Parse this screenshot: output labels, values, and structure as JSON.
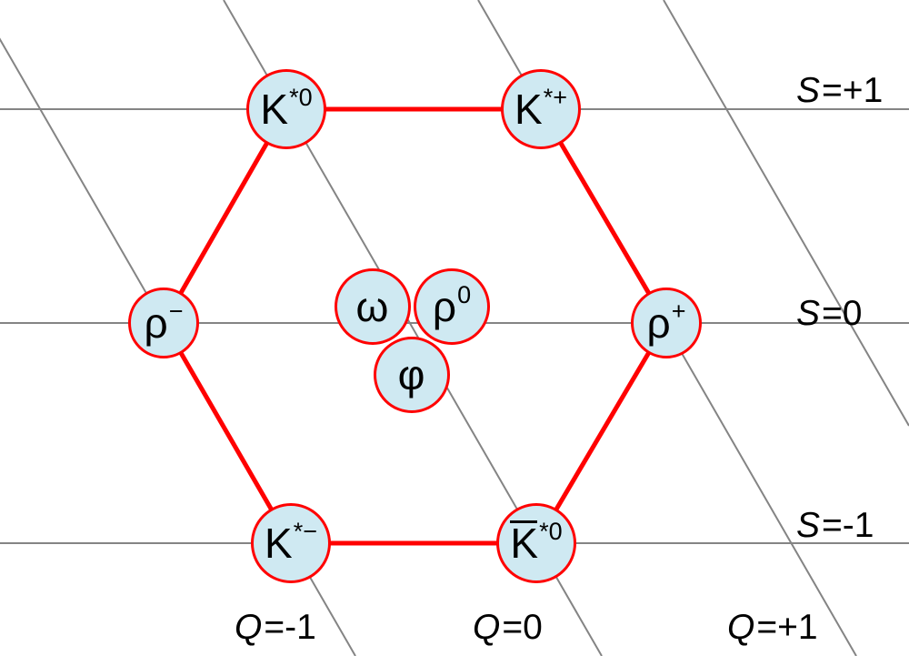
{
  "colors": {
    "node_fill": "#cfe9f2",
    "node_border": "#ff0000",
    "hexagon_red": "#ff0000",
    "line_gray": "#848484"
  },
  "particles": [
    {
      "display": "K*0",
      "base": "K",
      "sup": "*0"
    },
    {
      "display": "K*+",
      "base": "K",
      "sup": "*+"
    },
    {
      "display": "ρ−",
      "base": "ρ",
      "sup": "−"
    },
    {
      "display": "ω",
      "base": "ω",
      "sup": ""
    },
    {
      "display": "ρ0",
      "base": "ρ",
      "sup": "0"
    },
    {
      "display": "ρ+",
      "base": "ρ",
      "sup": "+"
    },
    {
      "display": "φ",
      "base": "φ",
      "sup": ""
    },
    {
      "display": "K*−",
      "base": "K",
      "sup": "*−"
    },
    {
      "display": "K̄*0",
      "base": "K",
      "sup": "*0",
      "overline": true
    }
  ],
  "axis_labels": {
    "strangeness": [
      {
        "symbol": "S",
        "value": "=+1"
      },
      {
        "symbol": "S",
        "value": "=0"
      },
      {
        "symbol": "S",
        "value": "=-1"
      }
    ],
    "charge": [
      {
        "symbol": "Q",
        "value": "=-1"
      },
      {
        "symbol": "Q",
        "value": "=0"
      },
      {
        "symbol": "Q",
        "value": "=+1"
      }
    ]
  }
}
